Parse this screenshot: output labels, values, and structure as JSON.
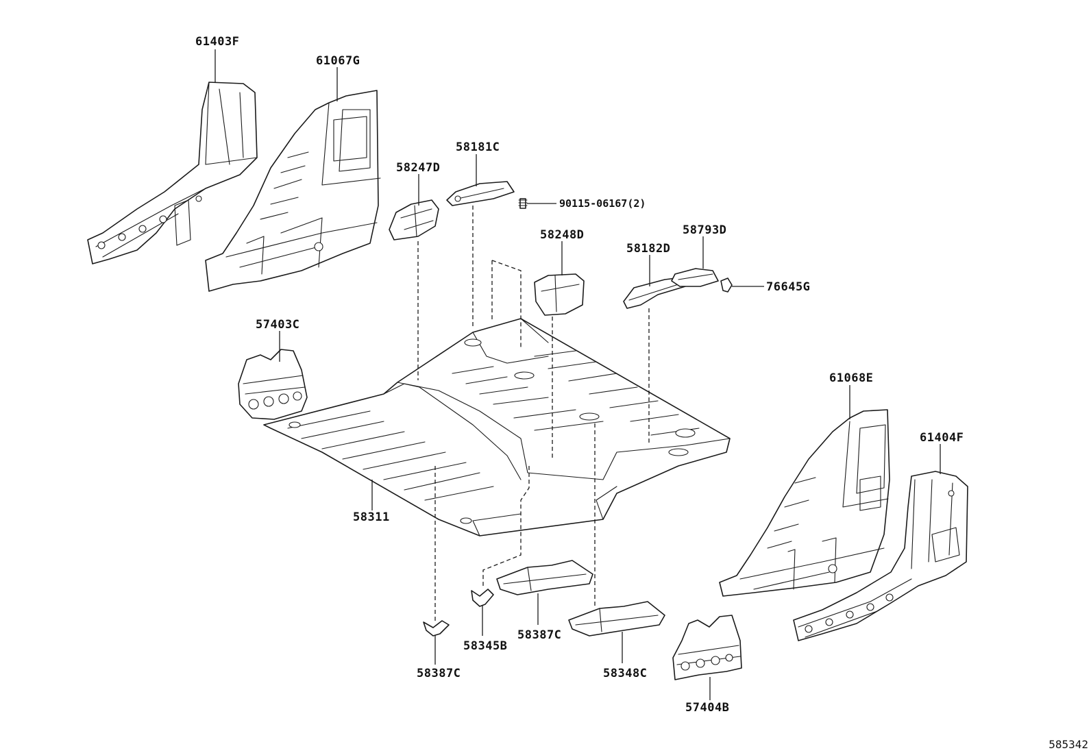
{
  "diagram": {
    "parts": [
      {
        "key": "p61403F",
        "label": "61403F"
      },
      {
        "key": "p61067G",
        "label": "61067G"
      },
      {
        "key": "p58247D",
        "label": "58247D"
      },
      {
        "key": "p58181C",
        "label": "58181C"
      },
      {
        "key": "p90115",
        "label": "90115-06167(2)"
      },
      {
        "key": "p58248D",
        "label": "58248D"
      },
      {
        "key": "p58182D",
        "label": "58182D"
      },
      {
        "key": "p58793D",
        "label": "58793D"
      },
      {
        "key": "p76645G",
        "label": "76645G"
      },
      {
        "key": "p57403C",
        "label": "57403C"
      },
      {
        "key": "p58311",
        "label": "58311"
      },
      {
        "key": "p61068E",
        "label": "61068E"
      },
      {
        "key": "p61404F",
        "label": "61404F"
      },
      {
        "key": "p58345B",
        "label": "58345B"
      },
      {
        "key": "p58387C_a",
        "label": "58387C"
      },
      {
        "key": "p58348C",
        "label": "58348C"
      },
      {
        "key": "p58387C_b",
        "label": "58387C"
      },
      {
        "key": "p57404B",
        "label": "57404B"
      }
    ],
    "figure_code": "585342"
  }
}
